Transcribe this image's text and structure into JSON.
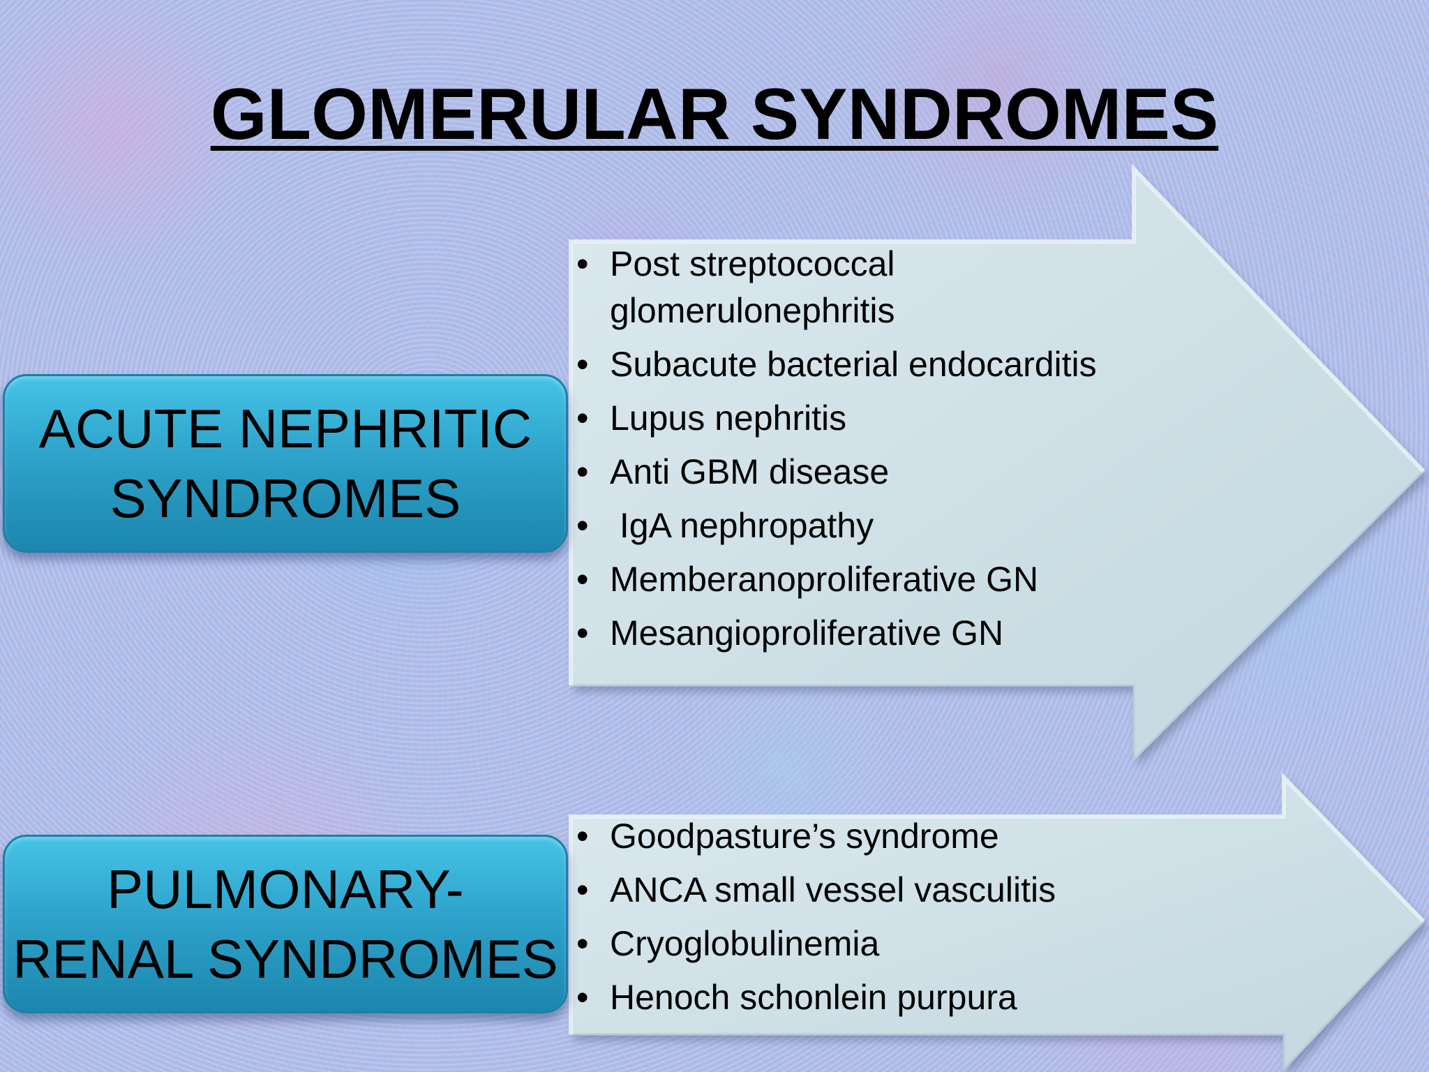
{
  "title": "GLOMERULAR SYNDROMES",
  "groups": [
    {
      "heading_lines": [
        "ACUTE NEPHRITIC",
        "SYNDROMES"
      ],
      "items": [
        "Post streptococcal glomerulonephritis",
        "Subacute bacterial endocarditis",
        "Lupus nephritis",
        "Anti GBM disease",
        " IgA nephropathy",
        "Memberanoproliferative GN",
        "Mesangioproliferative GN"
      ]
    },
    {
      "heading_lines": [
        "PULMONARY-",
        "RENAL SYNDROMES"
      ],
      "items": [
        "Goodpasture’s syndrome",
        "ANCA small vessel vasculitis",
        "Cryoglobulinemia",
        "Henoch schonlein purpura"
      ]
    }
  ],
  "colors": {
    "pill": "#2ea3cb",
    "arrow": "#cfe0e6",
    "background": "#b3c0ea"
  }
}
